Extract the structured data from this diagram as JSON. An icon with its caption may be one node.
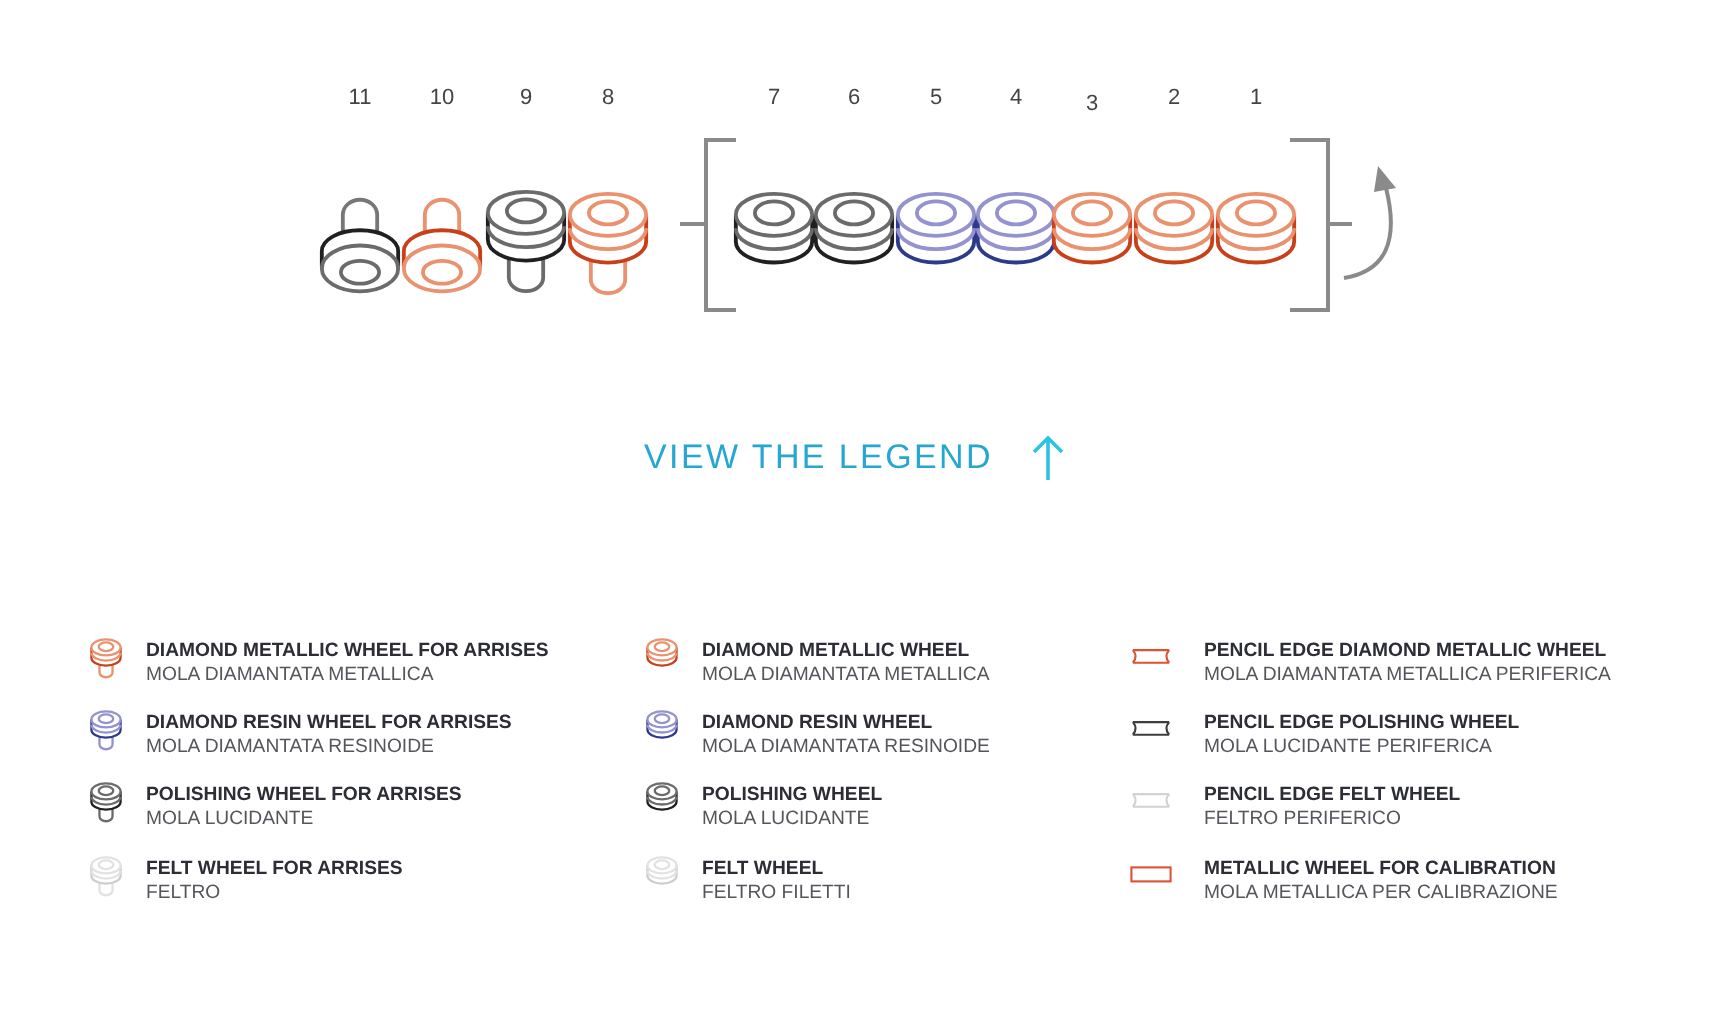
{
  "diagram": {
    "labels": [
      "11",
      "10",
      "9",
      "8",
      "7",
      "6",
      "5",
      "4",
      "3",
      "2",
      "1",
      "VIEW THE LEGEND"
    ],
    "legend": [
      {
        "text": "**DIAMOND METALLIC WHEEL FOR ARRISES** MOLA DIAMANTATA METALLICA"
      },
      {
        "text": "**DIAMOND METALLIC WHEEL** MOLA DIAMANTATA METALLICA"
      },
      {
        "text": "**PENCIL EDGE DIAMOND METALLIC WHEEL** MOLA DIAMANTATA METALLICA PERIFERICA"
      },
      {
        "text": "**DIAMOND RESIN WHEEL FOR ARRISES** MOLA DIAMANTATA RESINOIDE"
      },
      {
        "text": "**DIAMOND RESIN WHEEL** MOLA DIAMANTATA RESINOIDE"
      },
      {
        "text": "**PENCIL EDGE POLISHING WHEEL** MOLA LUCIDANTE PERIFERICA"
      },
      {
        "text": "**POLISHING WHEEL FOR ARRISES** MOLA LUCIDANTE"
      },
      {
        "text": "**POLISHING WHEEL** MOLA LUCIDANTE"
      },
      {
        "text": "**PENCIL EDGE FELT WHEEL** FELTRO PERIFERICO"
      },
      {
        "text": "**FELT WHEEL FOR ARRISES** FELTRO"
      },
      {
        "text": "**FELT WHEEL** FELTRO FILETTI"
      },
      {
        "text": "**METALLIC WHEEL FOR CALIBRATION** MOLA METALLICA PER CALIBRAZIONE"
      }
    ]
  }
}
